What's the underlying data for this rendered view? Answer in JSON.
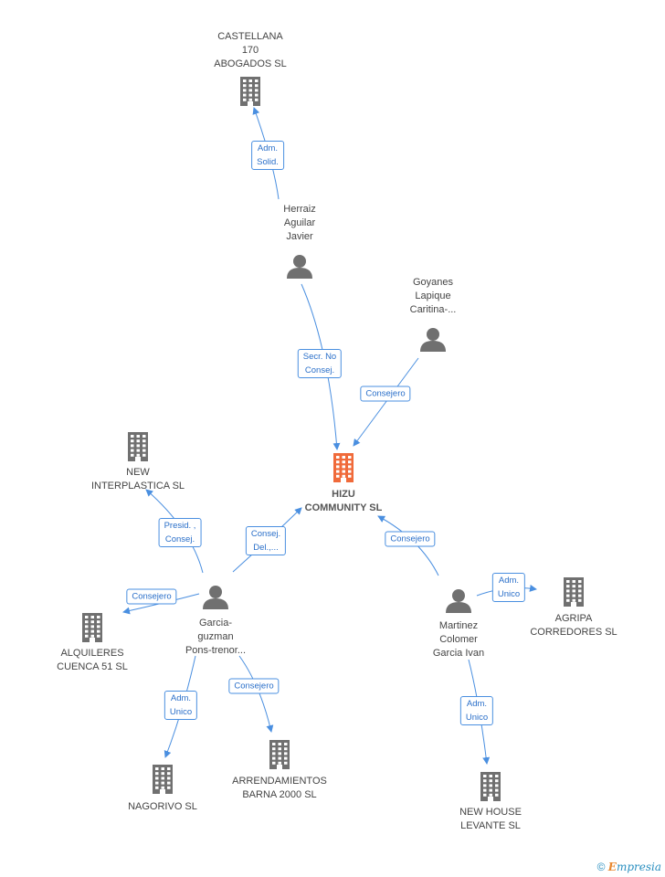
{
  "colors": {
    "edge": "#4a8fe0",
    "company": "#707070",
    "company_main": "#f06a3a",
    "person": "#707070"
  },
  "nodes": [
    {
      "id": "hizu",
      "type": "company",
      "main": true,
      "label": [
        "HIZU",
        "COMMUNITY SL"
      ]
    },
    {
      "id": "castellana",
      "type": "company",
      "label": [
        "CASTELLANA",
        "170",
        "ABOGADOS SL"
      ]
    },
    {
      "id": "herraiz",
      "type": "person",
      "label": [
        "Herraiz",
        "Aguilar",
        "Javier"
      ]
    },
    {
      "id": "goyanes",
      "type": "person",
      "label": [
        "Goyanes",
        "Lapique",
        "Caritina-..."
      ]
    },
    {
      "id": "garcia",
      "type": "person",
      "label": [
        "Garcia-",
        "guzman",
        "Pons-trenor..."
      ]
    },
    {
      "id": "martinez",
      "type": "person",
      "label": [
        "Martinez",
        "Colomer",
        "Garcia Ivan"
      ]
    },
    {
      "id": "new_interplastica",
      "type": "company",
      "label": [
        "NEW",
        "INTERPLASTICA SL"
      ]
    },
    {
      "id": "alquileres",
      "type": "company",
      "label": [
        "ALQUILERES",
        "CUENCA 51 SL"
      ]
    },
    {
      "id": "nagorivo",
      "type": "company",
      "label": [
        "NAGORIVO SL"
      ]
    },
    {
      "id": "arrendamientos",
      "type": "company",
      "label": [
        "ARRENDAMIENTOS",
        "BARNA 2000 SL"
      ]
    },
    {
      "id": "agripa",
      "type": "company",
      "label": [
        "AGRIPA",
        "CORREDORES SL"
      ]
    },
    {
      "id": "new_house",
      "type": "company",
      "label": [
        "NEW HOUSE",
        "LEVANTE SL"
      ]
    }
  ],
  "edges": [
    {
      "from": "herraiz",
      "to": "castellana",
      "label": [
        "Adm.",
        "Solid."
      ]
    },
    {
      "from": "herraiz",
      "to": "hizu",
      "label": [
        "Secr. No",
        "Consej."
      ]
    },
    {
      "from": "goyanes",
      "to": "hizu",
      "label": [
        "Consejero"
      ]
    },
    {
      "from": "garcia",
      "to": "hizu",
      "label": [
        "Consej.",
        "Del.,..."
      ]
    },
    {
      "from": "martinez",
      "to": "hizu",
      "label": [
        "Consejero"
      ]
    },
    {
      "from": "garcia",
      "to": "new_interplastica",
      "label": [
        "Presid. ,",
        "Consej."
      ]
    },
    {
      "from": "garcia",
      "to": "alquileres",
      "label": [
        "Consejero"
      ]
    },
    {
      "from": "garcia",
      "to": "nagorivo",
      "label": [
        "Adm.",
        "Unico"
      ]
    },
    {
      "from": "garcia",
      "to": "arrendamientos",
      "label": [
        "Consejero"
      ]
    },
    {
      "from": "martinez",
      "to": "agripa",
      "label": [
        "Adm.",
        "Unico"
      ]
    },
    {
      "from": "martinez",
      "to": "new_house",
      "label": [
        "Adm.",
        "Unico"
      ]
    }
  ],
  "footer": {
    "copyright": "©",
    "brand_initial": "E",
    "brand_rest": "mpresia"
  }
}
